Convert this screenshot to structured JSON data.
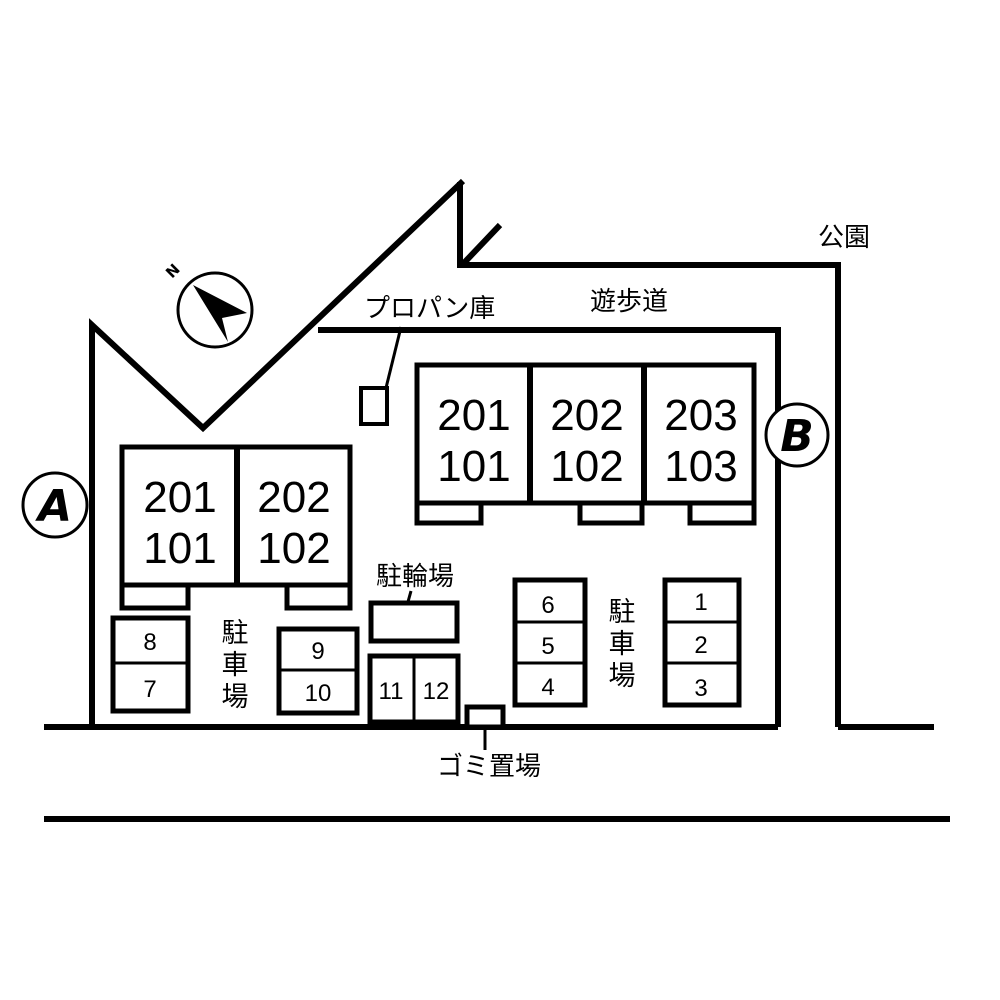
{
  "map": {
    "compass": {
      "label": "N"
    },
    "landmarks": {
      "park": "公園",
      "promenade": "遊歩道",
      "propane": "プロパン庫",
      "bicycle": "駐輪場",
      "garbage": "ゴミ置場"
    },
    "parking_label": [
      "駐",
      "車",
      "場"
    ],
    "buildings": {
      "A": {
        "marker": "A",
        "units": [
          {
            "upper": "201",
            "lower": "101"
          },
          {
            "upper": "202",
            "lower": "102"
          }
        ]
      },
      "B": {
        "marker": "B",
        "units": [
          {
            "upper": "201",
            "lower": "101"
          },
          {
            "upper": "202",
            "lower": "102"
          },
          {
            "upper": "203",
            "lower": "103"
          }
        ]
      }
    },
    "parking_spaces": [
      "1",
      "2",
      "3",
      "4",
      "5",
      "6",
      "7",
      "8",
      "9",
      "10",
      "11",
      "12"
    ]
  }
}
